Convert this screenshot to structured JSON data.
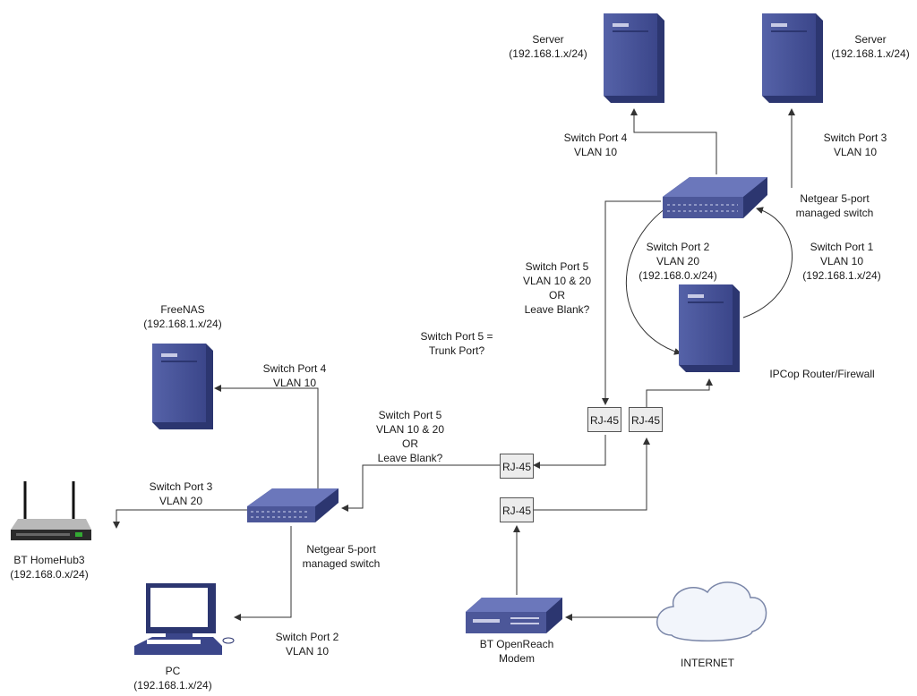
{
  "servers": {
    "left": {
      "lines": [
        "Server",
        "(192.168.1.x/24)"
      ]
    },
    "right": {
      "lines": [
        "Server",
        "(192.168.1.x/24)"
      ]
    }
  },
  "top_switch": {
    "name": [
      "Netgear 5-port",
      "managed switch"
    ],
    "port4": [
      "Switch Port 4",
      "VLAN 10"
    ],
    "port3": [
      "Switch Port 3",
      "VLAN 10"
    ],
    "port2": [
      "Switch Port 2",
      "VLAN 20",
      "(192.168.0.x/24)"
    ],
    "port1": [
      "Switch Port 1",
      "VLAN 10",
      "(192.168.1.x/24)"
    ],
    "port5": [
      "Switch Port 5",
      "VLAN 10 & 20",
      "OR",
      "Leave Blank?"
    ]
  },
  "router": {
    "name": "IPCop Router/Firewall"
  },
  "trunk_note": [
    "Switch Port 5 =",
    "Trunk Port?"
  ],
  "freenas": [
    "FreeNAS",
    "(192.168.1.x/24)"
  ],
  "bottom_switch": {
    "name": [
      "Netgear 5-port",
      "managed switch"
    ],
    "port4": [
      "Switch Port 4",
      "VLAN 10"
    ],
    "port5": [
      "Switch Port 5",
      "VLAN 10 & 20",
      "OR",
      "Leave Blank?"
    ],
    "port3": [
      "Switch Port 3",
      "VLAN 20"
    ],
    "port2": [
      "Switch Port 2",
      "VLAN 10"
    ]
  },
  "homehub": [
    "BT HomeHub3",
    "(192.168.0.x/24)"
  ],
  "pc": [
    "PC",
    "(192.168.1.x/24)"
  ],
  "modem": [
    "BT OpenReach",
    "Modem"
  ],
  "internet": "INTERNET",
  "rj45": [
    "RJ-45",
    "RJ-45",
    "RJ-45",
    "RJ-45"
  ]
}
